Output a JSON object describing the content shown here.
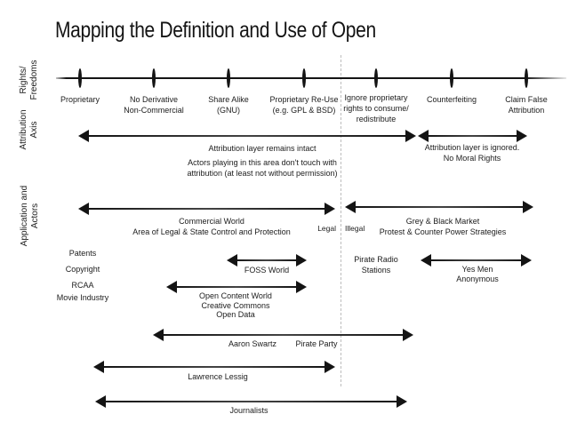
{
  "title": "Mapping the Definition and Use of Open",
  "colors": {
    "background": "#ffffff",
    "ink": "#141414",
    "divider_dash": "#bdbdbd"
  },
  "row_labels": {
    "rights": "Rights/\nFreedoms",
    "attribution": "Attribution\nAxis",
    "application": "Application and\nActors"
  },
  "rights_axis": {
    "ticks": [
      {
        "label": "Proprietary"
      },
      {
        "label": "No Derivative\nNon-Commercial"
      },
      {
        "label": "Share Alike\n(GNU)"
      },
      {
        "label": "Proprietary Re-Use\n(e.g. GPL & BSD)"
      },
      {
        "label": "Ignore proprietary\nrights to consume/\nredistribute"
      },
      {
        "label": "Counterfeiting"
      },
      {
        "label": "Claim False\nAttribution"
      }
    ]
  },
  "attribution_axis": {
    "intact_label": "Attribution layer remains intact",
    "intact_note": "Actors playing in this area don't touch with\nattribution (at least not without permission)",
    "ignored_label": "Attribution layer is ignored.\nNo Moral Rights"
  },
  "application": {
    "commercial_label": "Commercial World\nArea of Legal & State Control and Protection",
    "legal": "Legal",
    "illegal": "Illegal",
    "grey_label": "Grey & Black Market\nProtest & Counter Power Strategies",
    "actors": [
      {
        "label": "Patents"
      },
      {
        "label": "Copyright"
      },
      {
        "label": "RCAA"
      },
      {
        "label": "Movie Industry"
      }
    ],
    "foss_label": "FOSS World",
    "open_content_label": "Open Content World\nCreative Commons\nOpen Data",
    "pirate_radio_label": "Pirate Radio\nStations",
    "yes_men_label": "Yes Men\nAnonymous",
    "aaron_label": "Aaron Swartz",
    "pirate_party_label": "Pirate Party",
    "lessig_label": "Lawrence Lessig",
    "journalists_label": "Journalists"
  }
}
